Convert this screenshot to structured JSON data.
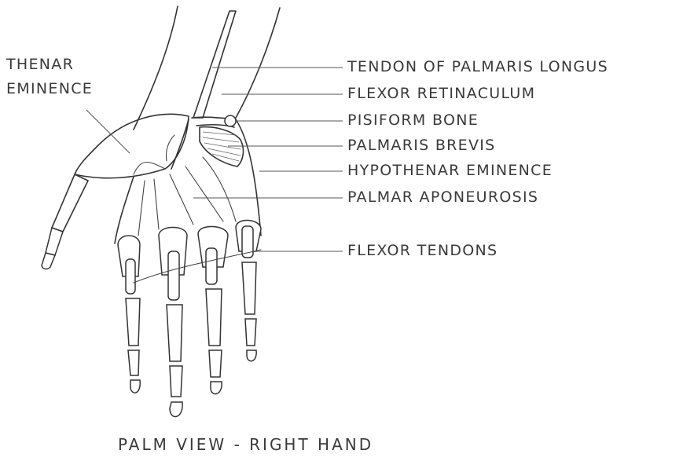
{
  "labels": {
    "thenar_line1": "THENAR",
    "thenar_line2": "EMINENCE",
    "tendon_palmaris_longus": "TENDON OF PALMARIS LONGUS",
    "flexor_retinaculum": "FLEXOR RETINACULUM",
    "pisiform_bone": "PISIFORM BONE",
    "palmaris_brevis": "PALMARIS BREVIS",
    "hypothenar_eminence": "HYPOTHENAR EMINENCE",
    "palmar_aponeurosis": "PALMAR APONEUROSIS",
    "flexor_tendons": "FLEXOR TENDONS"
  },
  "caption": "PALM VIEW - RIGHT HAND"
}
